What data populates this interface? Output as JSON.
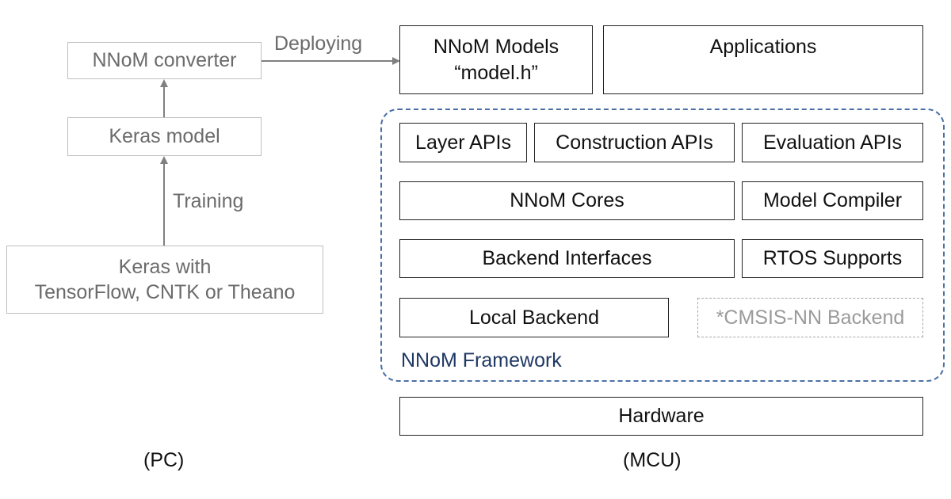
{
  "pc": {
    "converter": "NNoM converter",
    "keras_model": "Keras model",
    "keras_with_line1": "Keras with",
    "keras_with_line2": "TensorFlow, CNTK or Theano",
    "training_label": "Training",
    "deploying_label": "Deploying",
    "section_label": "(PC)"
  },
  "mcu": {
    "models_line1": "NNoM Models",
    "models_line2": "“model.h”",
    "applications": "Applications",
    "layer_apis": "Layer APIs",
    "construction_apis": "Construction APIs",
    "evaluation_apis": "Evaluation APIs",
    "nnom_cores": "NNoM Cores",
    "model_compiler": "Model Compiler",
    "backend_interfaces": "Backend Interfaces",
    "rtos_supports": "RTOS Supports",
    "local_backend": "Local Backend",
    "cmsis_backend": "*CMSIS-NN Backend",
    "framework_label": "NNoM Framework",
    "hardware": "Hardware",
    "section_label": "(MCU)"
  },
  "colors": {
    "pc_border": "#bfbfbf",
    "pc_text": "#6b6b6b",
    "arrow": "#808080",
    "mcu_border": "#222222",
    "framework_border": "#4a6fa5",
    "framework_text": "#1f3864"
  }
}
